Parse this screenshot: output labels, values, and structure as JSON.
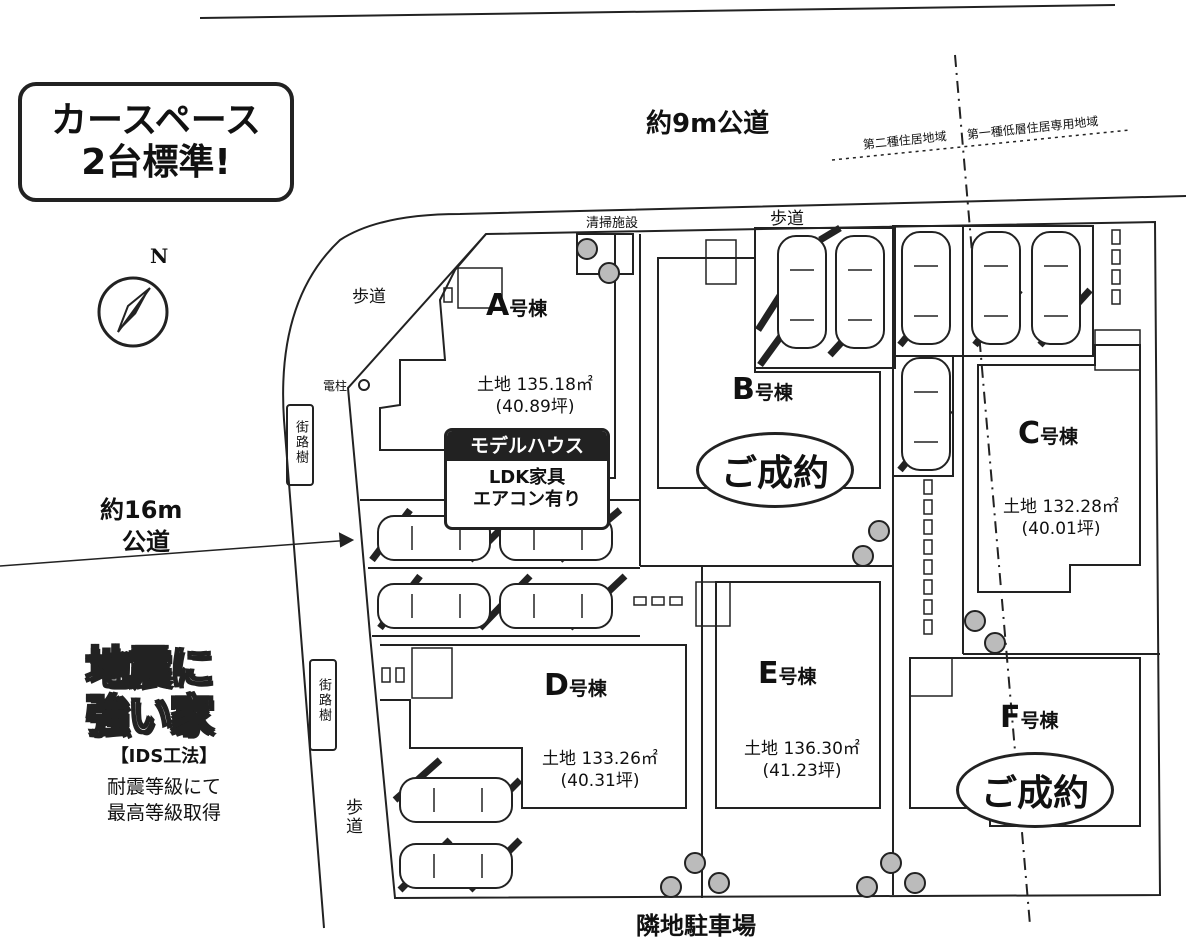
{
  "badge": {
    "line1": "カースペース",
    "line2": "2台標準!"
  },
  "compass": {
    "label": "N"
  },
  "roads": {
    "north": "約9m公道",
    "west_line1": "約16m",
    "west_line2": "公道",
    "south": "隣地駐車場"
  },
  "zones": {
    "left": "第二種住居地域",
    "right": "第一種低層住居専用地域"
  },
  "labels": {
    "sidewalk_n": "歩道",
    "sidewalk_w": "歩道",
    "sidewalk_sw": "歩道",
    "cleaning": "清掃施設",
    "pole": "電柱",
    "tree_n": "街路樹",
    "tree_s": "街路樹"
  },
  "lots": {
    "A": {
      "letter": "A",
      "suffix": "号棟",
      "area_m2": "土地 135.18㎡",
      "area_tsubo": "(40.89坪)"
    },
    "B": {
      "letter": "B",
      "suffix": "号棟",
      "status": "ご成約"
    },
    "C": {
      "letter": "C",
      "suffix": "号棟",
      "area_m2": "土地 132.28㎡",
      "area_tsubo": "(40.01坪)"
    },
    "D": {
      "letter": "D",
      "suffix": "号棟",
      "area_m2": "土地 133.26㎡",
      "area_tsubo": "(40.31坪)"
    },
    "E": {
      "letter": "E",
      "suffix": "号棟",
      "area_m2": "土地 136.30㎡",
      "area_tsubo": "(41.23坪)"
    },
    "F": {
      "letter": "F",
      "suffix": "号棟",
      "status": "ご成約"
    }
  },
  "model_house": {
    "header": "モデルハウス",
    "line1": "LDK家具",
    "line2": "エアコン有り"
  },
  "quake": {
    "line1": "地震に",
    "line2": "強い家",
    "method": "【IDS工法】",
    "desc1": "耐震等級にて",
    "desc2": "最高等級取得"
  }
}
